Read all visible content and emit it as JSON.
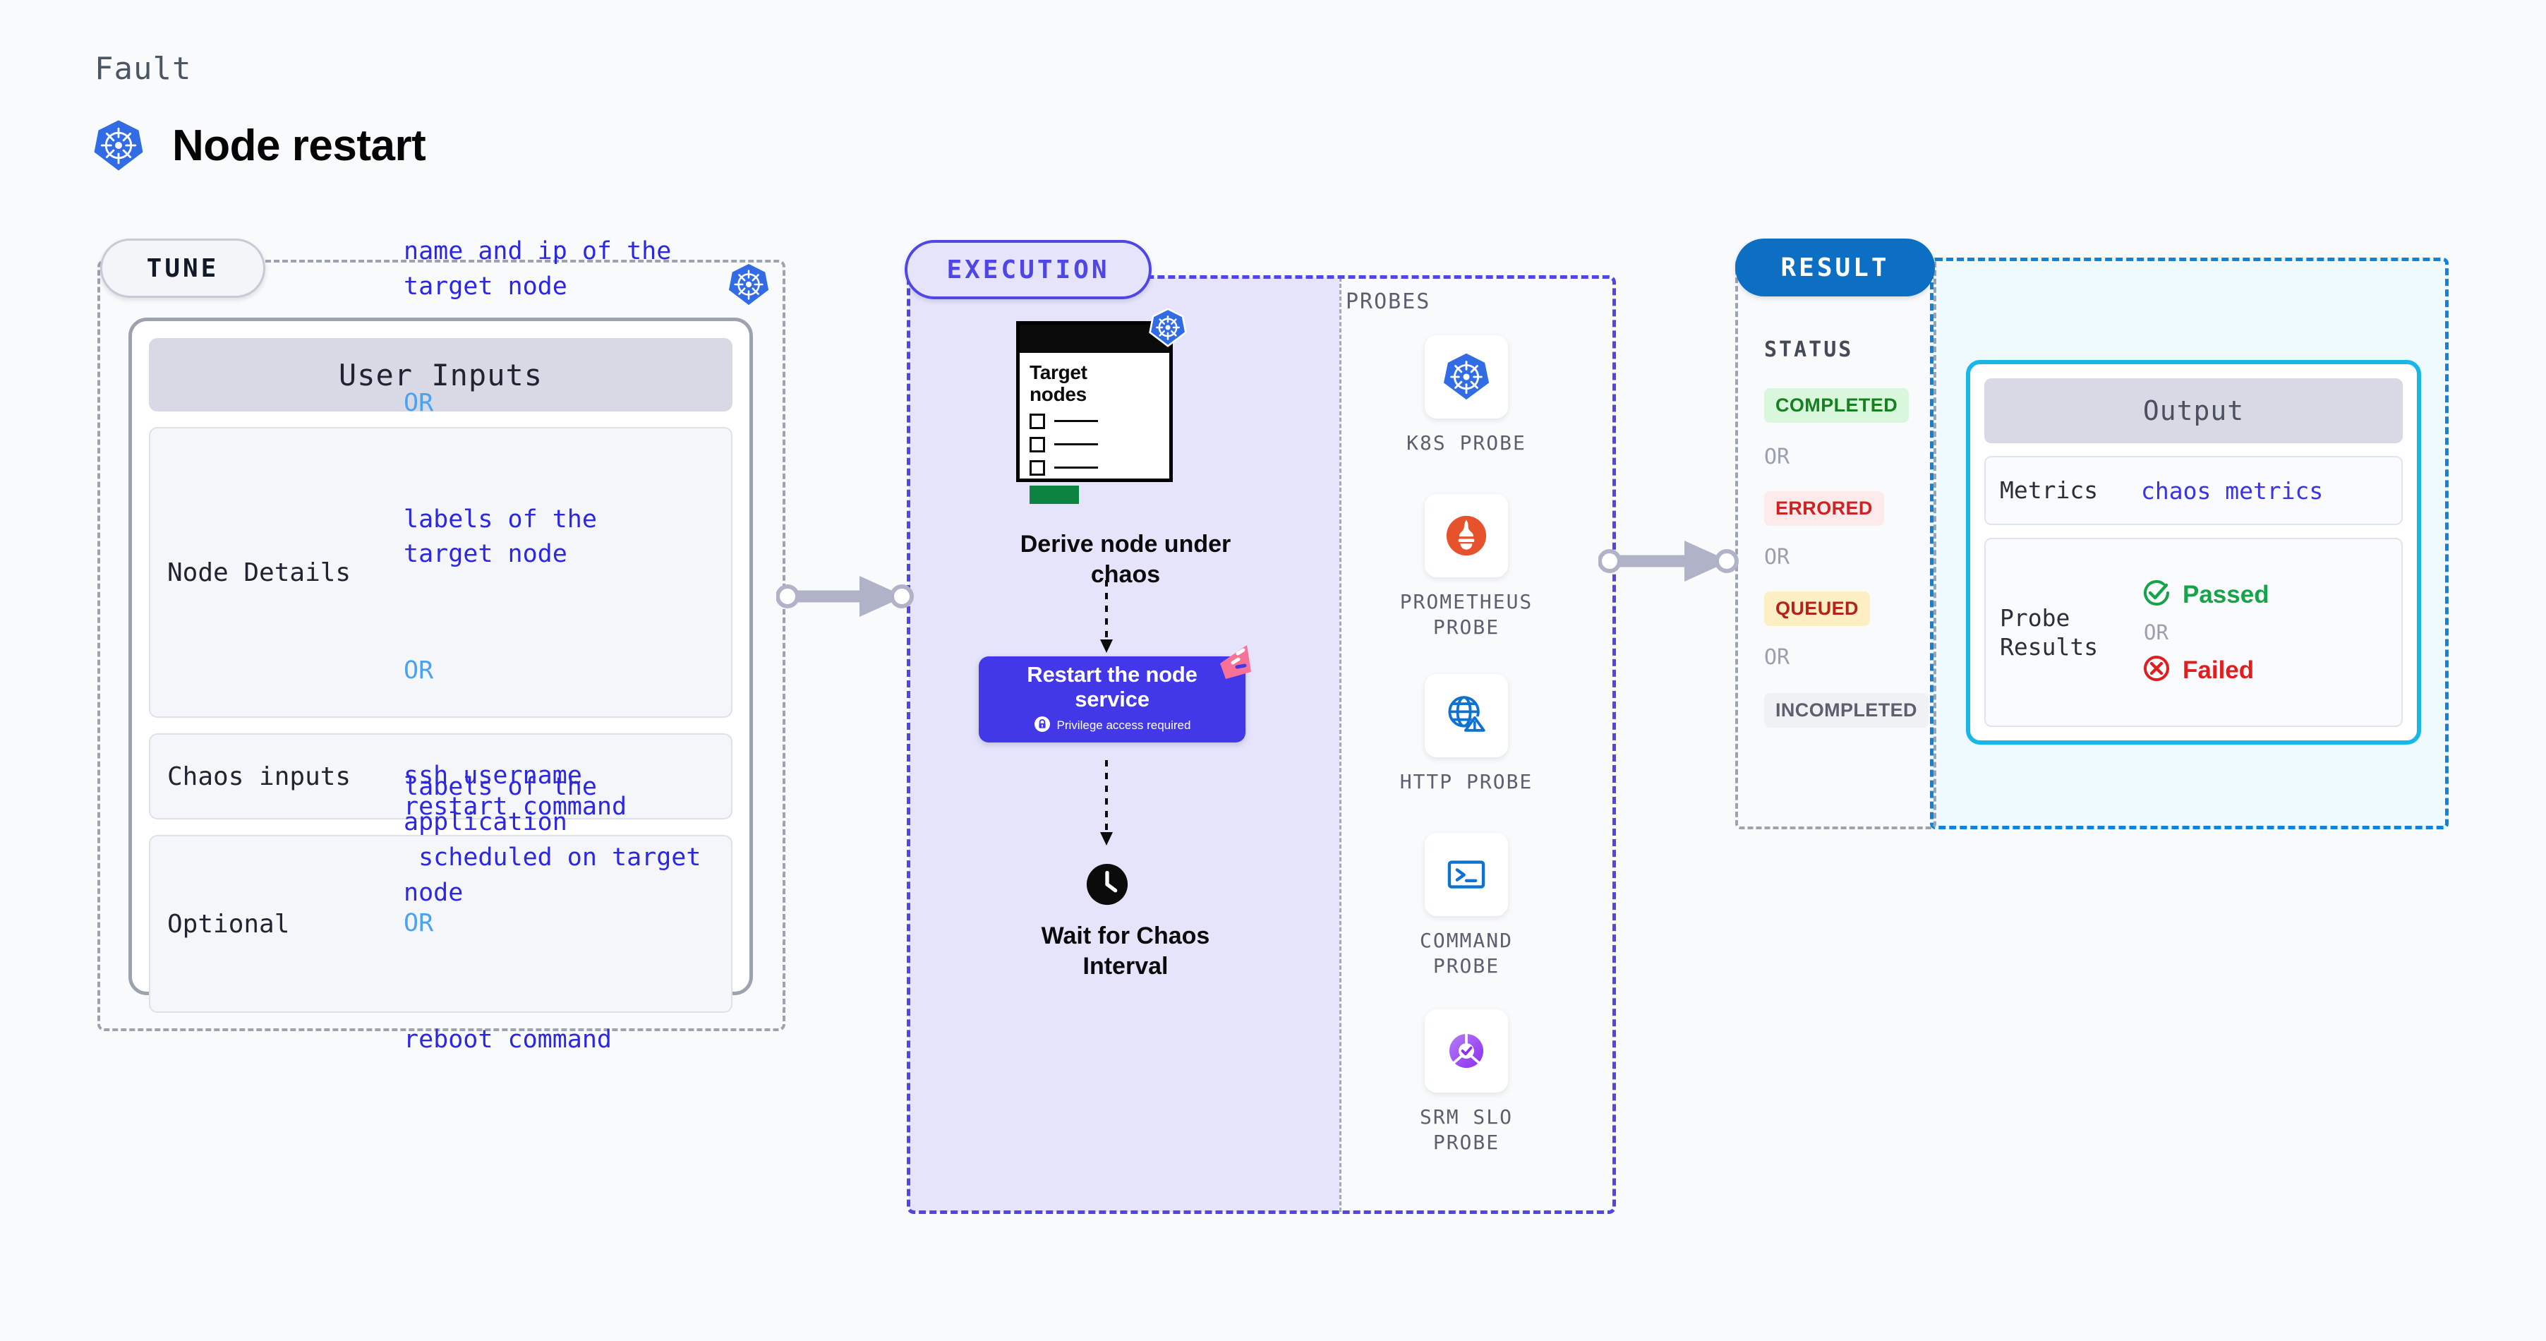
{
  "header": {
    "eyebrow": "Fault",
    "title": "Node restart",
    "icon": "kubernetes-icon"
  },
  "tune": {
    "pill_label": "TUNE",
    "badge_icon": "kubernetes-icon",
    "card_title": "User Inputs",
    "rows": [
      {
        "label": "Node Details",
        "values": [
          "name and ip of the\ntarget node",
          "labels of the\ntarget node",
          "labels of the application\n scheduled on target node"
        ],
        "separator": "OR"
      },
      {
        "label": "Chaos inputs",
        "values": [
          "ssh username"
        ],
        "separator": ""
      },
      {
        "label": "Optional",
        "values": [
          "restart command",
          "reboot command"
        ],
        "separator": "OR"
      }
    ]
  },
  "execution": {
    "pill_label": "EXECUTION",
    "target_card": {
      "title": "Target\nnodes",
      "badge_icon": "kubernetes-icon",
      "checkbox_count": 3
    },
    "derive_label": "Derive node under\nchaos",
    "restart_box": {
      "title": "Restart the node\nservice",
      "privilege_text": "Privilege access required",
      "privilege_icon": "lock-icon",
      "ribbon_icon": "harness-ribbon-icon",
      "color": "#4338e8"
    },
    "wait": {
      "icon": "clock-icon",
      "label": "Wait for Chaos\nInterval"
    }
  },
  "probes": {
    "title": "PROBES",
    "items": [
      {
        "label": "K8S PROBE",
        "icon": "kubernetes-icon"
      },
      {
        "label": "PROMETHEUS\nPROBE",
        "icon": "prometheus-icon"
      },
      {
        "label": "HTTP PROBE",
        "icon": "globe-warning-icon"
      },
      {
        "label": "COMMAND\nPROBE",
        "icon": "terminal-icon"
      },
      {
        "label": "SRM SLO\nPROBE",
        "icon": "srm-slo-icon"
      }
    ]
  },
  "result": {
    "pill_label": "RESULT",
    "status_title": "STATUS",
    "separator": "OR",
    "statuses": [
      {
        "label": "COMPLETED",
        "bg": "#d9f7dd",
        "fg": "#16801f"
      },
      {
        "label": "ERRORED",
        "bg": "#fdeaea",
        "fg": "#cf2222"
      },
      {
        "label": "QUEUED",
        "bg": "#fdeec4",
        "fg": "#b42318"
      },
      {
        "label": "INCOMPLETED",
        "bg": "#f0f1f5",
        "fg": "#5b6070"
      }
    ],
    "output": {
      "title": "Output",
      "metrics_label": "Metrics",
      "metrics_value": "chaos metrics",
      "probe_results_label": "Probe\nResults",
      "passed_label": "Passed",
      "passed_icon": "check-circle-icon",
      "failed_label": "Failed",
      "failed_icon": "x-circle-icon",
      "separator": "OR",
      "passed_color": "#16a34a",
      "failed_color": "#e11d1d"
    }
  },
  "connectors": {
    "arrow1": "arrow-right-icon",
    "arrow2": "arrow-right-icon"
  }
}
